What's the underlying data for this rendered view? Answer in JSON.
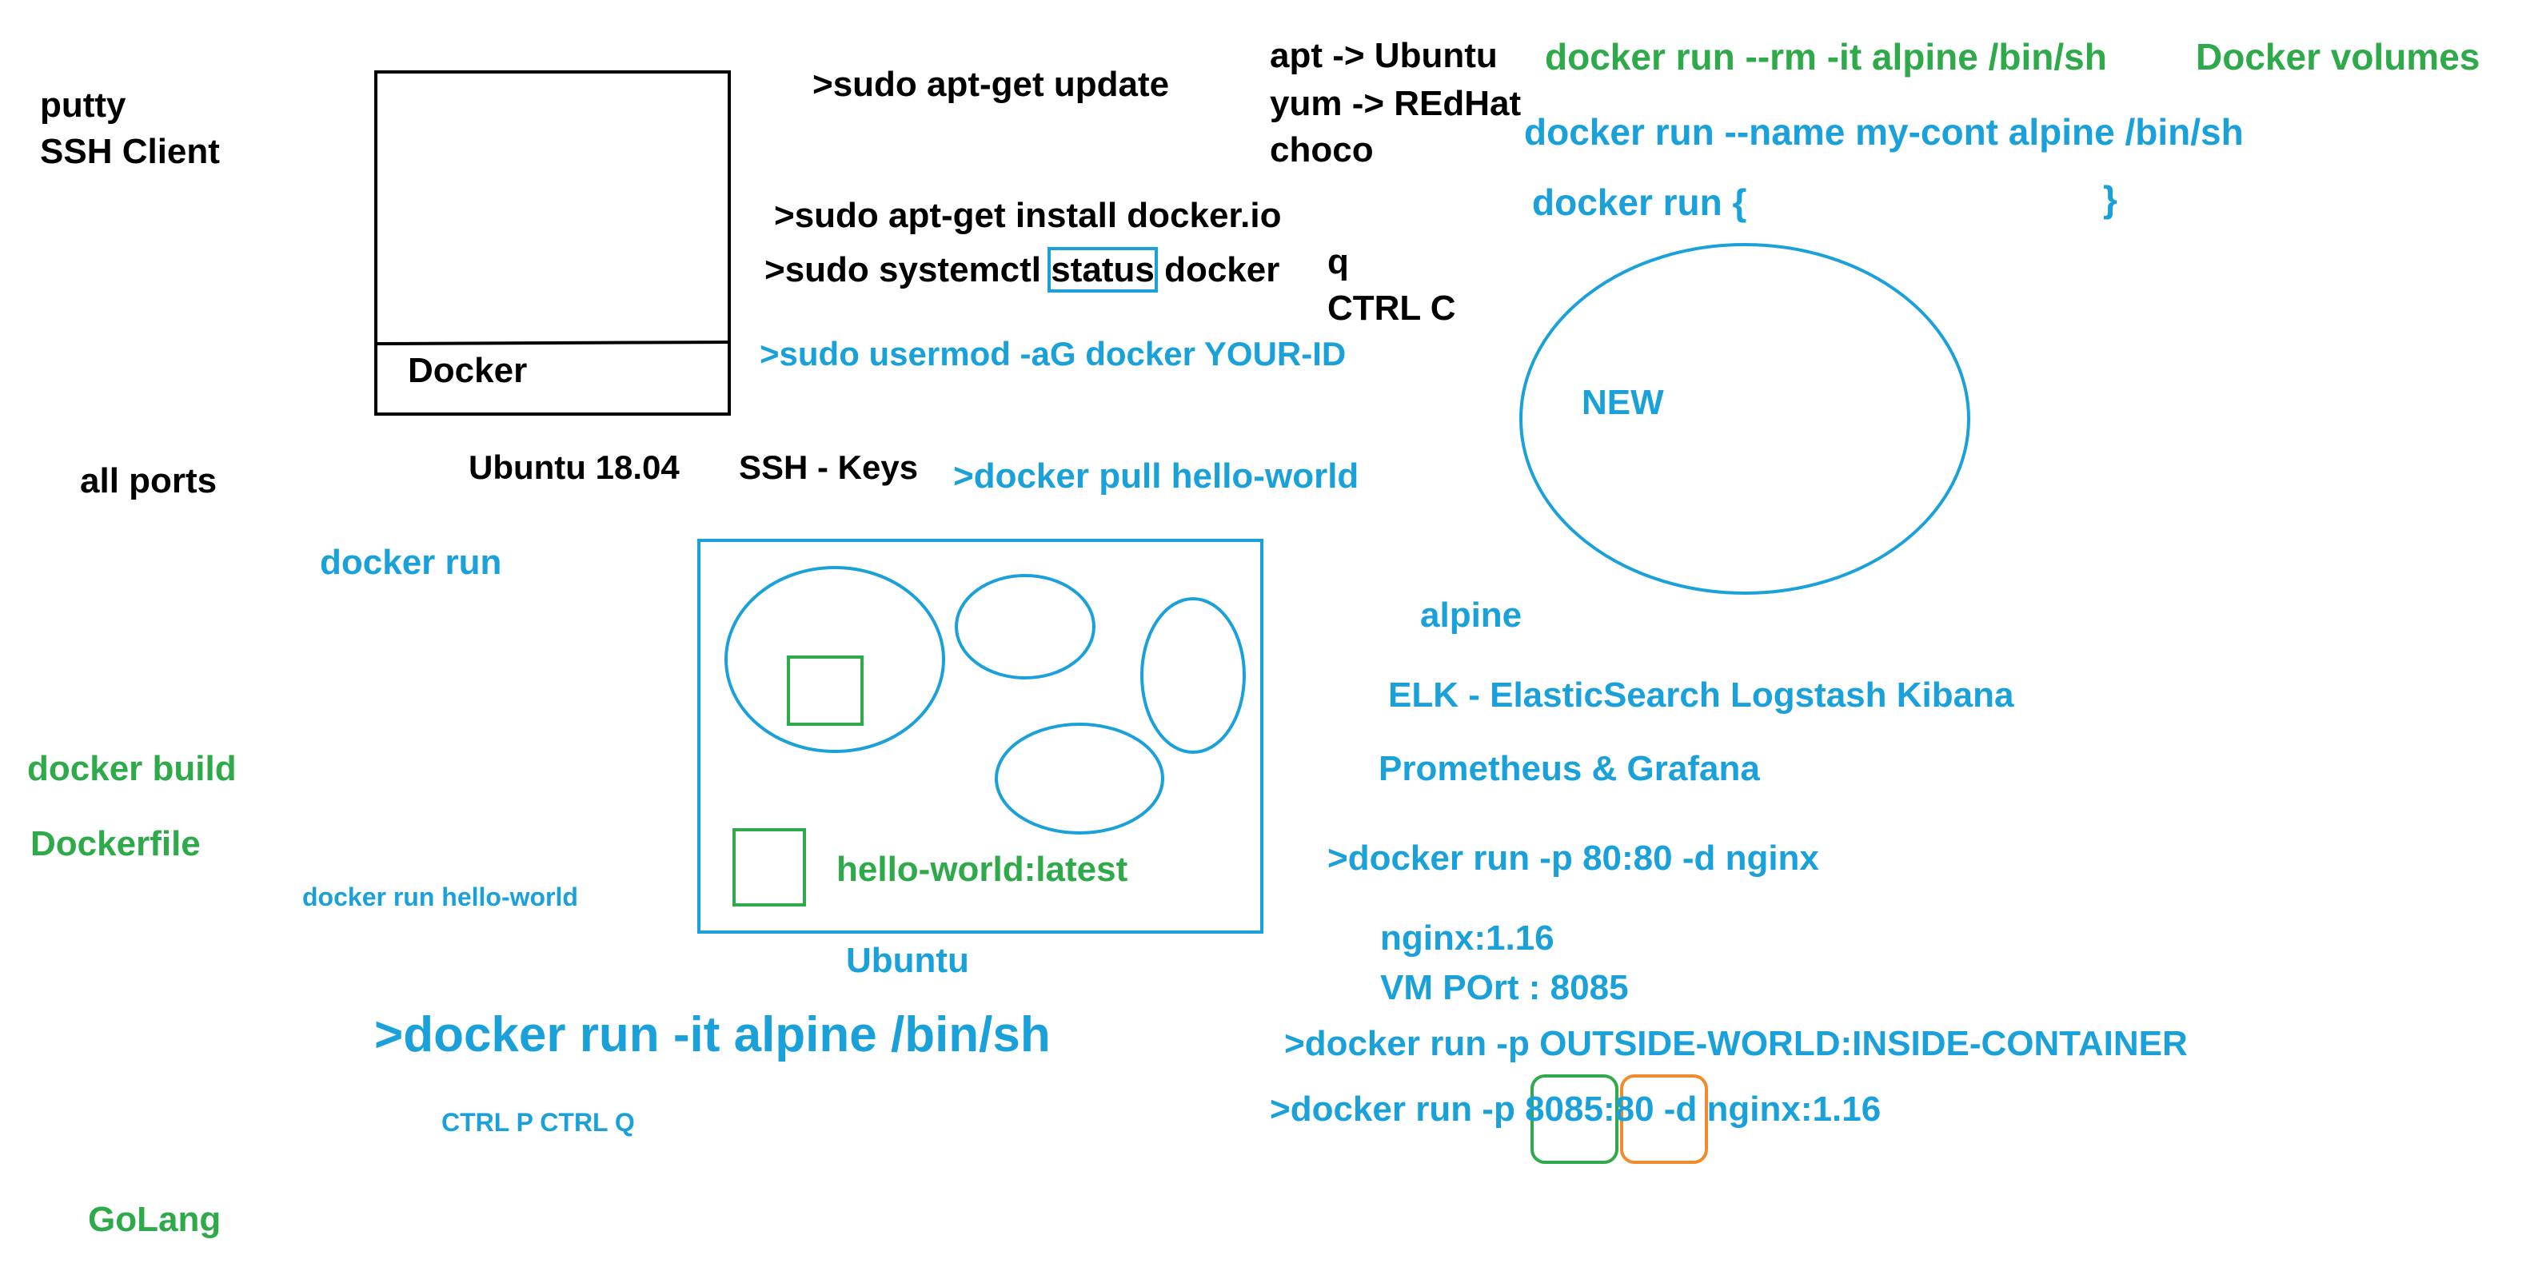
{
  "colors": {
    "black": "#000000",
    "blue": "#1ba1d9",
    "green": "#2eaa4a",
    "orange": "#f08a2c"
  },
  "left": {
    "putty": "putty",
    "ssh_client": "SSH Client",
    "all_ports": "all ports",
    "docker_run": "docker run",
    "docker_build": "docker build",
    "dockerfile": "Dockerfile",
    "docker_run_hello_world": "docker run hello-world",
    "docker_run_alpine": ">docker run -it alpine /bin/sh",
    "ctrl_pq": "CTRL P CTRL Q",
    "golang": "GoLang"
  },
  "vm_box": {
    "docker_label": "Docker",
    "ubuntu_version": "Ubuntu 18.04",
    "ssh_keys": "SSH - Keys"
  },
  "commands": {
    "apt_update": ">sudo apt-get update",
    "apt_install": ">sudo apt-get install docker.io",
    "systemctl_prefix": ">sudo systemctl ",
    "systemctl_status": "status",
    "systemctl_suffix": " docker",
    "usermod": ">sudo usermod -aG docker YOUR-ID",
    "docker_pull": ">docker pull hello-world"
  },
  "pkg_managers": {
    "apt": "apt -> Ubuntu",
    "yum": "yum -> REdHat",
    "choco": "choco"
  },
  "quit": {
    "q": "q",
    "ctrl_c": "CTRL C"
  },
  "host_box": {
    "image_label": "hello-world:latest",
    "ubuntu_label": "Ubuntu"
  },
  "right": {
    "docker_run_rm": "docker run --rm -it alpine /bin/sh",
    "docker_volumes": "Docker volumes",
    "docker_run_name": "docker run --name my-cont alpine /bin/sh",
    "docker_run_brace_open": "docker run {",
    "brace_close": "}",
    "new_label": "NEW",
    "alpine": "alpine",
    "elk": "ELK - ElasticSearch Logstash Kibana",
    "prometheus": "Prometheus & Grafana",
    "run_nginx": ">docker run -p 80:80 -d nginx",
    "nginx_version": "nginx:1.16",
    "vm_port": "VM POrt : 8085",
    "port_syntax": ">docker run -p OUTSIDE-WORLD:INSIDE-CONTAINER",
    "final_prefix": ">docker run -p ",
    "final_outside": "8085",
    "final_colon": ":",
    "final_inside": "80",
    "final_suffix": " -d nginx:1.16"
  }
}
